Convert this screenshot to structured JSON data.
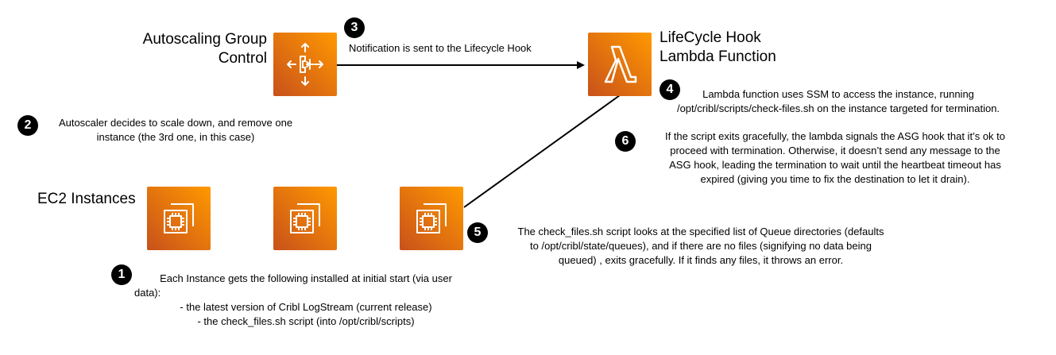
{
  "colors": {
    "tile_gradient_start": "#c8511b",
    "tile_gradient_end": "#ff9900",
    "badge": "#000000",
    "line": "#000000"
  },
  "nodes": {
    "asg": {
      "title_line1": "Autoscaling Group",
      "title_line2": "Control",
      "icon": "autoscaling-icon"
    },
    "lambda": {
      "title_line1": "LifeCycle Hook",
      "title_line2": "Lambda Function",
      "icon": "lambda-icon"
    },
    "ec2": {
      "title": "EC2 Instances",
      "icon": "ec2-instance-icon",
      "count": 3
    }
  },
  "steps": {
    "step1": {
      "number": "1",
      "line1": "Each Instance gets the following installed at initial start (via user",
      "line2": "data):",
      "line3": "- the latest version of Cribl LogStream (current release)",
      "line4": "- the check_files.sh script (into /opt/cribl/scripts)"
    },
    "step2": {
      "number": "2",
      "line1": "Autoscaler decides to scale down, and remove one",
      "line2": "instance (the 3rd one, in this case)"
    },
    "step3": {
      "number": "3",
      "line1": "Notification is sent to the Lifecycle Hook"
    },
    "step4": {
      "number": "4",
      "line1": "Lambda function uses SSM to access the instance, running",
      "line2": "/opt/cribl/scripts/check-files.sh on the instance targeted for termination."
    },
    "step5": {
      "number": "5",
      "line1": "The check_files.sh script looks at the specified list of Queue directories (defaults",
      "line2": "to /opt/cribl/state/queues), and if there are no files (signifying no data being",
      "line3": "queued) , exits gracefully. If it finds any files, it throws an error."
    },
    "step6": {
      "number": "6",
      "line1": "If the script exits gracefully, the lambda signals the ASG hook that it’s ok to",
      "line2": "proceed with termination. Otherwise, it doesn’t send any message to the",
      "line3": "ASG hook, leading the termination to wait until the heartbeat timeout has",
      "line4": "expired (giving you time to fix the destination to let it drain)."
    }
  }
}
